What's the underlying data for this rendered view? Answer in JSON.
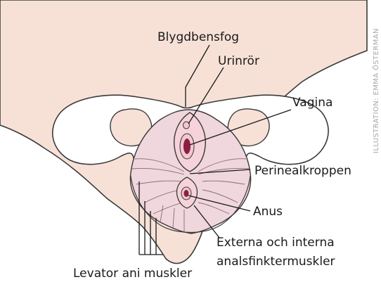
{
  "figure": {
    "labels": {
      "blygdbensfog": "Blygdbensfog",
      "urinror": "Urinrör",
      "vagina": "Vagina",
      "perinealkroppen": "Perinealkroppen",
      "anus": "Anus",
      "analsfinkter_line1": "Externa och interna",
      "analsfinkter_line2": "analsfinktermuskler",
      "levator": "Levator ani muskler"
    },
    "credit": "ILLUSTRATION: EMMA ÖSTERMAN"
  },
  "colors": {
    "skin": "#f7e1d7",
    "outline": "#3a3a3a",
    "bone": "#ffffff",
    "muscle": "#f0d6dd",
    "muscle_band": "#e9c4cf",
    "orifice_outer": "#f3c6d0",
    "orifice_inner": "#8a1f45"
  }
}
